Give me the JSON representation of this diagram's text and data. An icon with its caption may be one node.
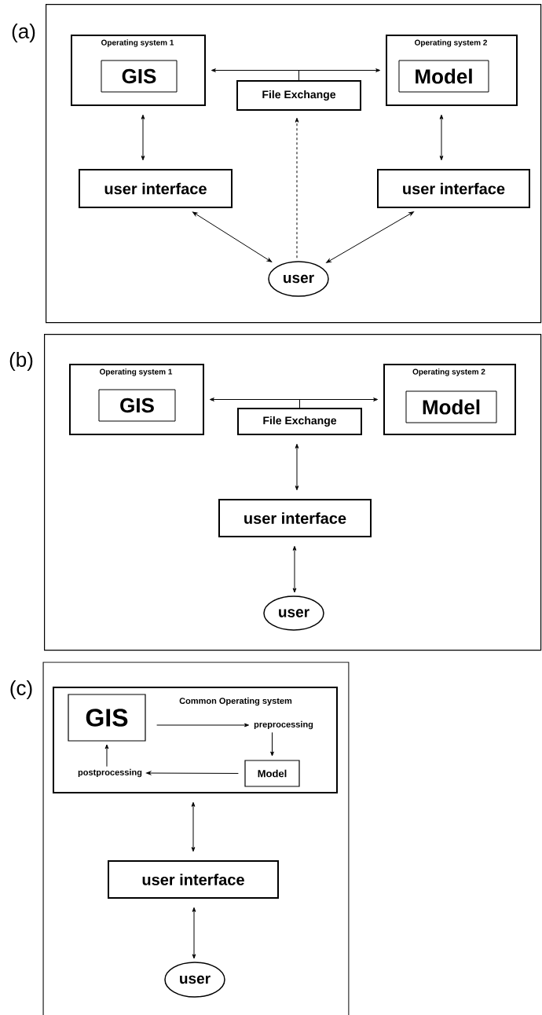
{
  "diagram": {
    "nodes": [
      {
        "text": [
          "(a)"
        ]
      },
      {
        "text": [
          "Operating system 1"
        ],
        "in": 0
      },
      {
        "text": [
          "GIS"
        ],
        "in": 1
      },
      {
        "text": [
          "Operating system 2"
        ],
        "in": 0
      },
      {
        "text": [
          "Model"
        ],
        "in": 3
      },
      {
        "text": [
          "File Exchange"
        ],
        "in": 0
      },
      {
        "text": [
          "user interface"
        ],
        "in": 0
      },
      {
        "text": [
          "user interface"
        ],
        "in": 0
      },
      {
        "text": [
          "user"
        ],
        "in": 0
      },
      {
        "text": [
          "(b)"
        ]
      },
      {
        "text": [
          "Operating system 1"
        ],
        "in": 9
      },
      {
        "text": [
          "GIS"
        ],
        "in": 10
      },
      {
        "text": [
          "Operating system 2"
        ],
        "in": 9
      },
      {
        "text": [
          "Model"
        ],
        "in": 12
      },
      {
        "text": [
          "File Exchange"
        ],
        "in": 9
      },
      {
        "text": [
          "user interface"
        ],
        "in": 9
      },
      {
        "text": [
          "user"
        ],
        "in": 9
      },
      {
        "text": [
          "(c)"
        ]
      },
      {
        "text": [
          "Common Operating system"
        ],
        "in": 17
      },
      {
        "text": [
          "GIS"
        ],
        "in": 18
      },
      {
        "text": [
          "preprocessing"
        ],
        "in": 18
      },
      {
        "text": [
          "Model"
        ],
        "in": 18
      },
      {
        "text": [
          "postprocessing"
        ],
        "in": 18
      },
      {
        "text": [
          "user interface"
        ],
        "in": 17
      },
      {
        "text": [
          "user"
        ],
        "in": 17
      }
    ],
    "edges": [
      {
        "from": 5,
        "to": 1,
        "arrow": "to"
      },
      {
        "from": 5,
        "to": 3,
        "arrow": "to"
      },
      {
        "from": 1,
        "to": 6,
        "arrow": "both"
      },
      {
        "from": 3,
        "to": 7,
        "arrow": "both"
      },
      {
        "from": 6,
        "to": 8,
        "arrow": "both"
      },
      {
        "from": 7,
        "to": 8,
        "arrow": "both"
      },
      {
        "from": 8,
        "to": 5,
        "arrow": "to",
        "style": "dashed"
      },
      {
        "from": 14,
        "to": 10,
        "arrow": "to"
      },
      {
        "from": 14,
        "to": 12,
        "arrow": "to"
      },
      {
        "from": 14,
        "to": 15,
        "arrow": "both"
      },
      {
        "from": 15,
        "to": 16,
        "arrow": "both"
      },
      {
        "from": 19,
        "to": 20,
        "arrow": "to"
      },
      {
        "from": 20,
        "to": 21,
        "arrow": "to"
      },
      {
        "from": 21,
        "to": 22,
        "arrow": "to"
      },
      {
        "from": 22,
        "to": 19,
        "arrow": "to"
      },
      {
        "from": 18,
        "to": 23,
        "arrow": "both"
      },
      {
        "from": 23,
        "to": 24,
        "arrow": "both"
      }
    ]
  }
}
